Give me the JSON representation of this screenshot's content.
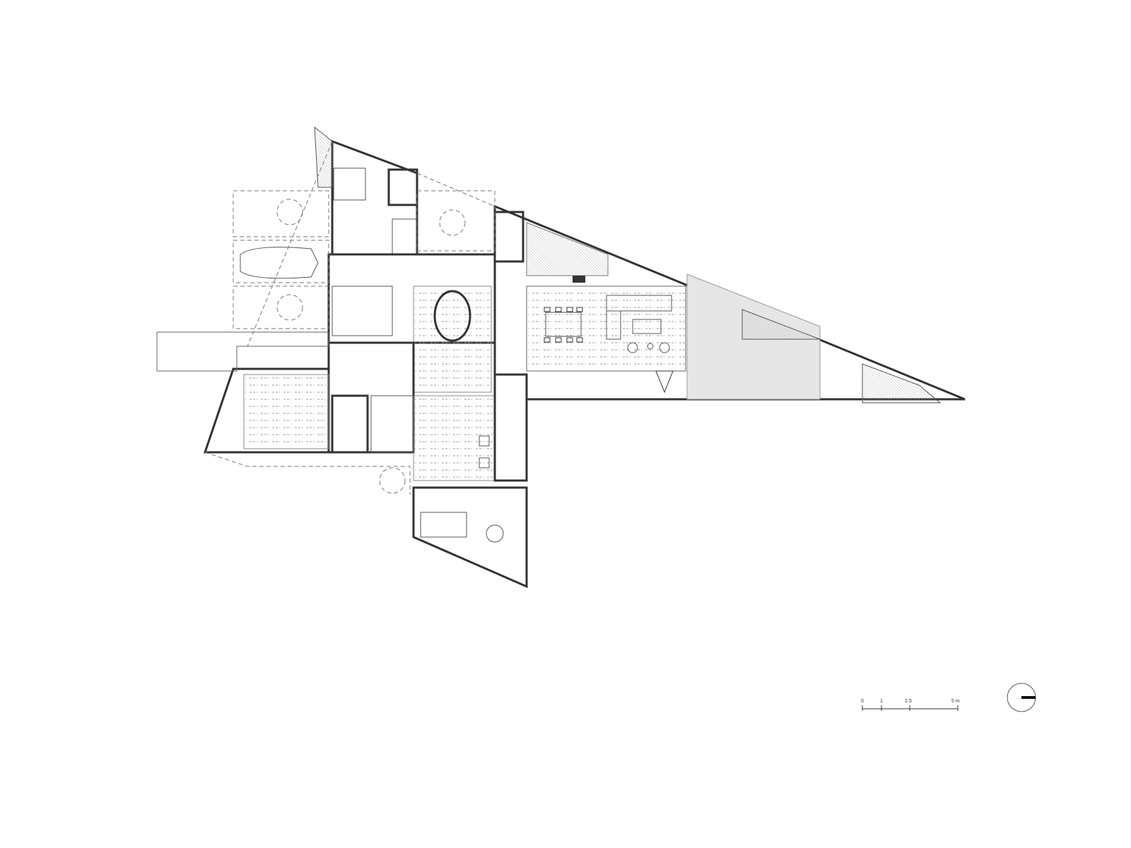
{
  "drawing": {
    "type": "floor-plan",
    "scale_bar": {
      "labels": [
        "0",
        "1",
        "2.5",
        "5 m"
      ],
      "unit": "m"
    },
    "north_arrow": {
      "icon": "north-arrow-icon"
    },
    "colors": {
      "line": "#333333",
      "fill_light": "#e6e6e6",
      "hatch": "#9a9a9a"
    }
  }
}
